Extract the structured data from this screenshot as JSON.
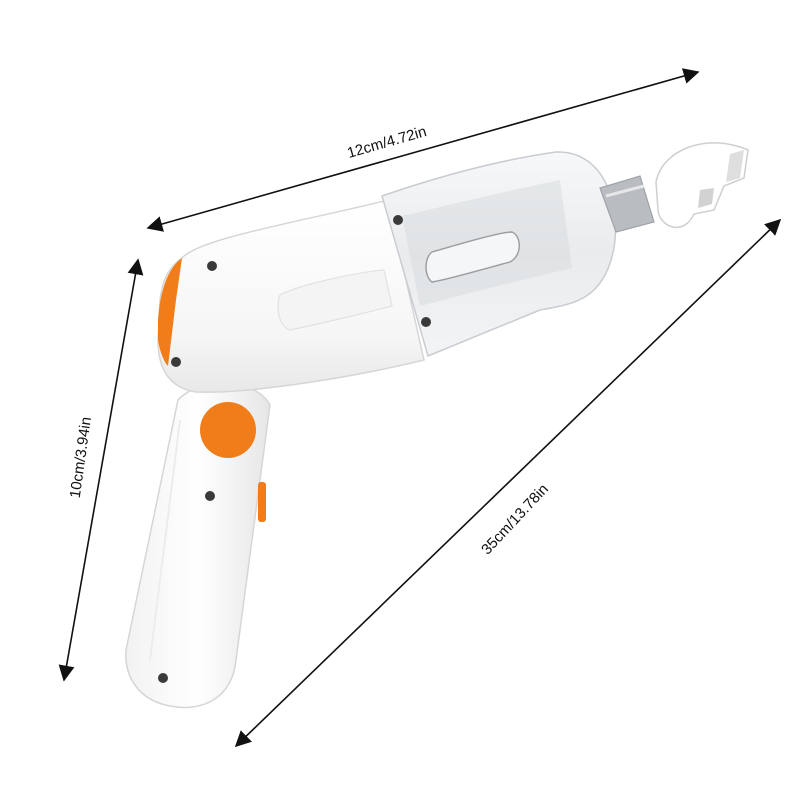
{
  "dimensions": {
    "length": "12cm/4.72in",
    "height": "10cm/3.94in",
    "diagonal": "35cm/13.78in"
  },
  "colors": {
    "body": "#ffffff",
    "outline": "#d6d6d6",
    "accent_orange": "#f07d1a",
    "canister": "#eef0f2",
    "canister_dark": "#b9bcc0",
    "screw": "#3a3a3a",
    "arrow": "#111111"
  },
  "icons": {
    "product": "handheld-vacuum-illustration",
    "arrows": "double-headed-dimension-arrow"
  }
}
